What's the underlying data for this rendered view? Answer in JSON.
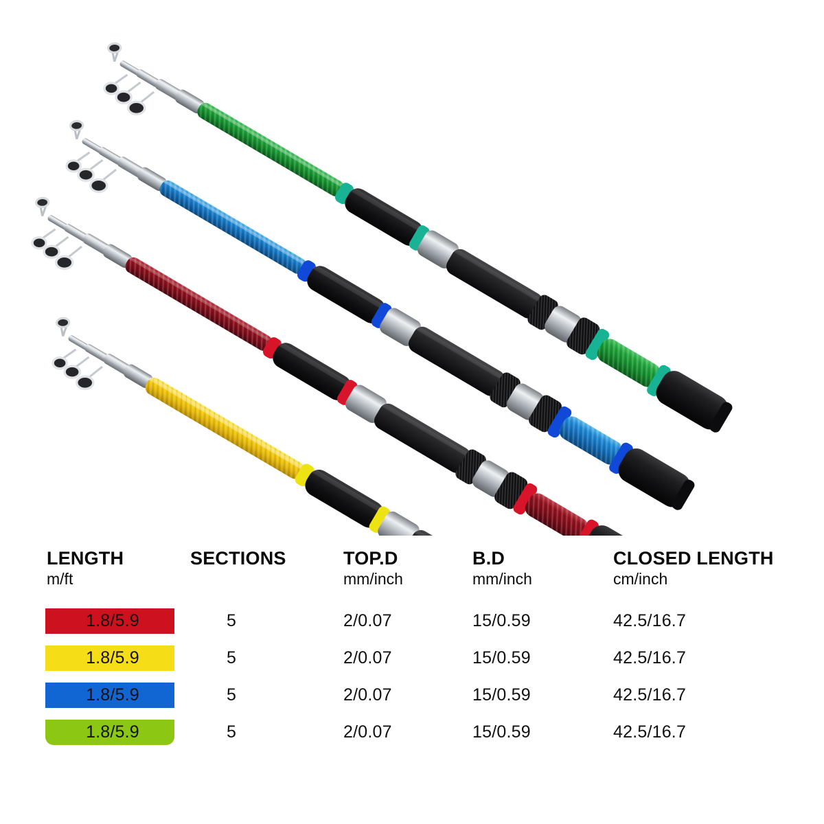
{
  "product": {
    "name": "telescopic-fishing-rod-set",
    "description": "Four telescopic fishing rods arranged diagonally, tips at upper left, handles at lower right",
    "rods": [
      {
        "index": 1,
        "blank_color_name": "green",
        "blank_color": "#1E9B36",
        "trim_color": "#18B395",
        "grip_color": "#1A1A1A",
        "metal_color": "#C8CCD0",
        "guide_count": 5,
        "position": "top"
      },
      {
        "index": 2,
        "blank_color_name": "blue",
        "blank_color": "#1577C8",
        "trim_color": "#1049D8",
        "grip_color": "#1A1A1A",
        "metal_color": "#C8CCD0",
        "guide_count": 5,
        "position": "second"
      },
      {
        "index": 3,
        "blank_color_name": "dark-red",
        "blank_color": "#8E1220",
        "trim_color": "#D8142A",
        "grip_color": "#1A1A1A",
        "metal_color": "#C8CCD0",
        "guide_count": 5,
        "position": "third"
      },
      {
        "index": 4,
        "blank_color_name": "yellow",
        "blank_color": "#F2C80A",
        "trim_color": "#EDE312",
        "grip_color": "#1A1A1A",
        "metal_color": "#C8CCD0",
        "guide_count": 5,
        "position": "bottom"
      }
    ]
  },
  "table": {
    "headers": [
      {
        "main": "LENGTH",
        "sub": "m/ft"
      },
      {
        "main": "SECTIONS",
        "sub": ""
      },
      {
        "main": "TOP.D",
        "sub": "mm/inch"
      },
      {
        "main": "B.D",
        "sub": "mm/inch"
      },
      {
        "main": "CLOSED LENGTH",
        "sub": "cm/inch"
      }
    ],
    "rows": [
      {
        "swatch_color": "#CE111E",
        "swatch_color_name": "red",
        "length": "1.8/5.9",
        "sections": "5",
        "top_d": "2/0.07",
        "b_d": "15/0.59",
        "closed_length": "42.5/16.7"
      },
      {
        "swatch_color": "#F5DE18",
        "swatch_color_name": "yellow",
        "length": "1.8/5.9",
        "sections": "5",
        "top_d": "2/0.07",
        "b_d": "15/0.59",
        "closed_length": "42.5/16.7"
      },
      {
        "swatch_color": "#1266D4",
        "swatch_color_name": "blue",
        "length": "1.8/5.9",
        "sections": "5",
        "top_d": "2/0.07",
        "b_d": "15/0.59",
        "closed_length": "42.5/16.7"
      },
      {
        "swatch_color": "#8CC714",
        "swatch_color_name": "green",
        "length": "1.8/5.9",
        "sections": "5",
        "top_d": "2/0.07",
        "b_d": "15/0.59",
        "closed_length": "42.5/16.7"
      }
    ]
  }
}
